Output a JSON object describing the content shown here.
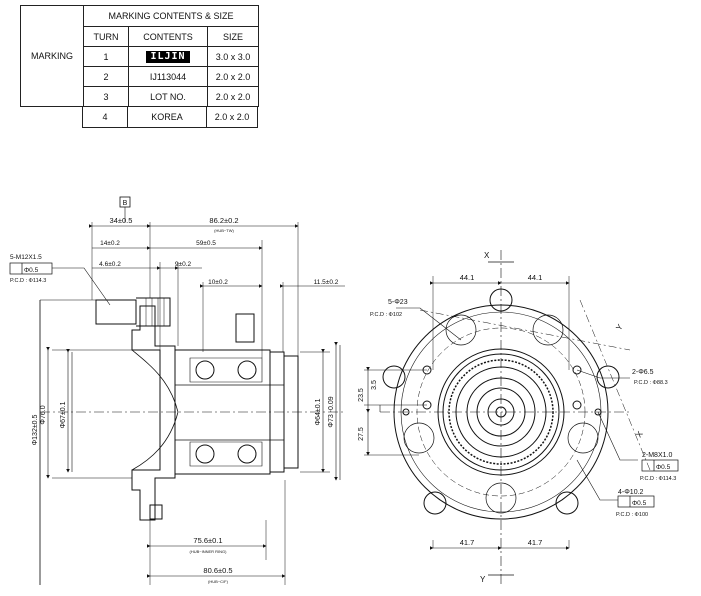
{
  "marking_table": {
    "title": "MARKING CONTENTS & SIZE",
    "row_header": "MARKING",
    "col_turn": "TURN",
    "col_contents": "CONTENTS",
    "col_size": "SIZE",
    "rows": [
      {
        "turn": "1",
        "contents": "ILJIN",
        "size": "3.0 x 3.0"
      },
      {
        "turn": "2",
        "contents": "IJ113044",
        "size": "2.0 x 2.0"
      },
      {
        "turn": "3",
        "contents": "LOT NO.",
        "size": "2.0 x 2.0"
      },
      {
        "turn": "4",
        "contents": "KOREA",
        "size": "2.0 x 2.0"
      }
    ]
  },
  "side_view": {
    "datum": "B",
    "dim_34": "34±0.5",
    "dim_86": "86.2±0.2",
    "dim_86_sub": "(HUB~TW)",
    "dim_14": "14±0.2",
    "dim_59": "59±0.5",
    "dim_46": "4.6±0.2",
    "dim_9": "9±0.2",
    "dim_10": "10±0.2",
    "dim_115": "11.5±0.2",
    "bolt_label": "5-M12X1.5",
    "bolt_tol": "Φ0.5",
    "bolt_pcd": "P.C.D : Φ114.3",
    "dia_132": "Φ132±0.5",
    "dia_76": "Φ76.0",
    "dia_67": "Φ67±0.1",
    "dia_64": "Φ64±0.1",
    "dia_73": "Φ73 -0.09",
    "dim_756": "75.6±0.1",
    "dim_756_sub": "(HUB~INNER RING)",
    "dim_806": "80.6±0.5",
    "dim_806_sub": "(HUB~C/F)"
  },
  "front_view": {
    "x_label": "X",
    "y_label": "Y",
    "dim_441_left": "44.1",
    "dim_441_right": "44.1",
    "holes_label": "5-Φ23",
    "holes_pcd": "P.C.D : Φ102",
    "pin_label": "2-Φ6.5",
    "pin_pcd": "P.C.D : Φ88.3",
    "dim_235": "23.5",
    "dim_35": "3.5",
    "dim_275": "27.5",
    "m8_label": "2-M8X1.0",
    "m8_tol": "Φ0.5",
    "m8_pcd": "P.C.D : Φ114.3",
    "hole10_label": "4-Φ10.2",
    "hole10_tol": "Φ0.5",
    "hole10_pcd": "P.C.D : Φ100",
    "dim_417_left": "41.7",
    "dim_417_right": "41.7"
  }
}
